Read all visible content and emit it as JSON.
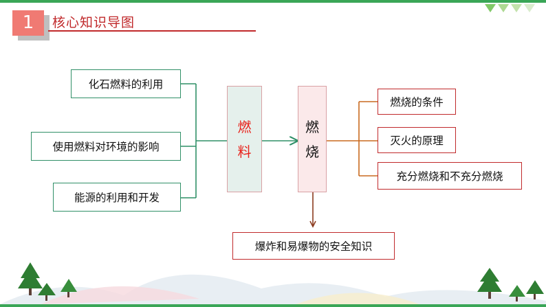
{
  "header": {
    "number": "1",
    "title": "核心知识导图"
  },
  "left_items": [
    "化石燃料的利用",
    "使用燃料对环境的影响",
    "能源的利用和开发"
  ],
  "fuel_box": {
    "chars": [
      "燃",
      "料"
    ]
  },
  "burn_box": {
    "chars": [
      "燃",
      "烧"
    ]
  },
  "right_items": [
    "燃烧的条件",
    "灭火的原理",
    "充分燃烧和不充分燃烧"
  ],
  "bottom_item": "爆炸和易爆物的安全知识",
  "colors": {
    "green_line": "#2f8f67",
    "brown_line": "#c8691e",
    "dark_red_line": "#8b3a1e",
    "fuel_text": "#e8231c",
    "fuel_bg": "#e5f0ec",
    "burn_bg": "#fbe9ea",
    "accent": "#c0282a"
  }
}
